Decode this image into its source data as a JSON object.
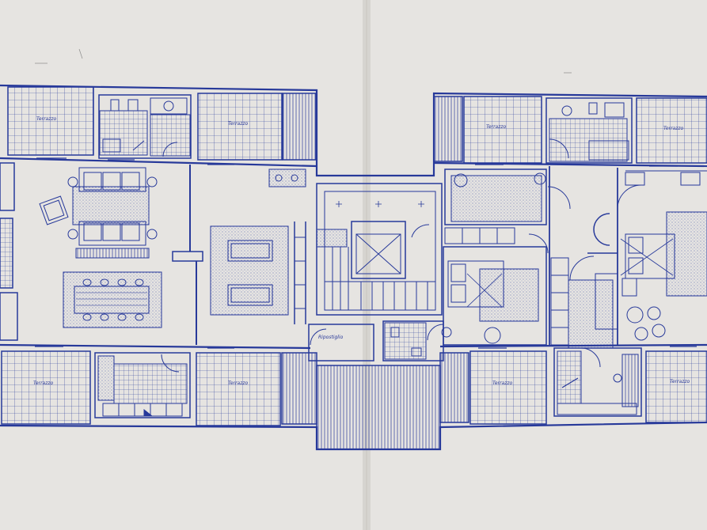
{
  "plan": {
    "ink_color": "#27399a",
    "paper_color": "#e6e4e1",
    "fold_color": "#d2d0cc",
    "labels": {
      "terrace_top_1": "Terrazzo",
      "terrace_top_2": "Terrazzo",
      "terrace_top_3": "Terrazzo",
      "terrace_top_4": "Terrazzo",
      "terrace_bottom_1": "Terrazzo",
      "terrace_bottom_2": "Terrazzo",
      "terrace_bottom_3": "Terrazzo",
      "terrace_bottom_4": "Terrazzo",
      "storage": "Ripostiglio"
    },
    "icons": [
      "sofa-icon",
      "armchair-icon",
      "dining-table-icon",
      "double-bed-icon",
      "stair-icon",
      "bathtub-icon",
      "toilet-icon",
      "sink-icon",
      "planter-icon",
      "round-table-icon"
    ]
  }
}
